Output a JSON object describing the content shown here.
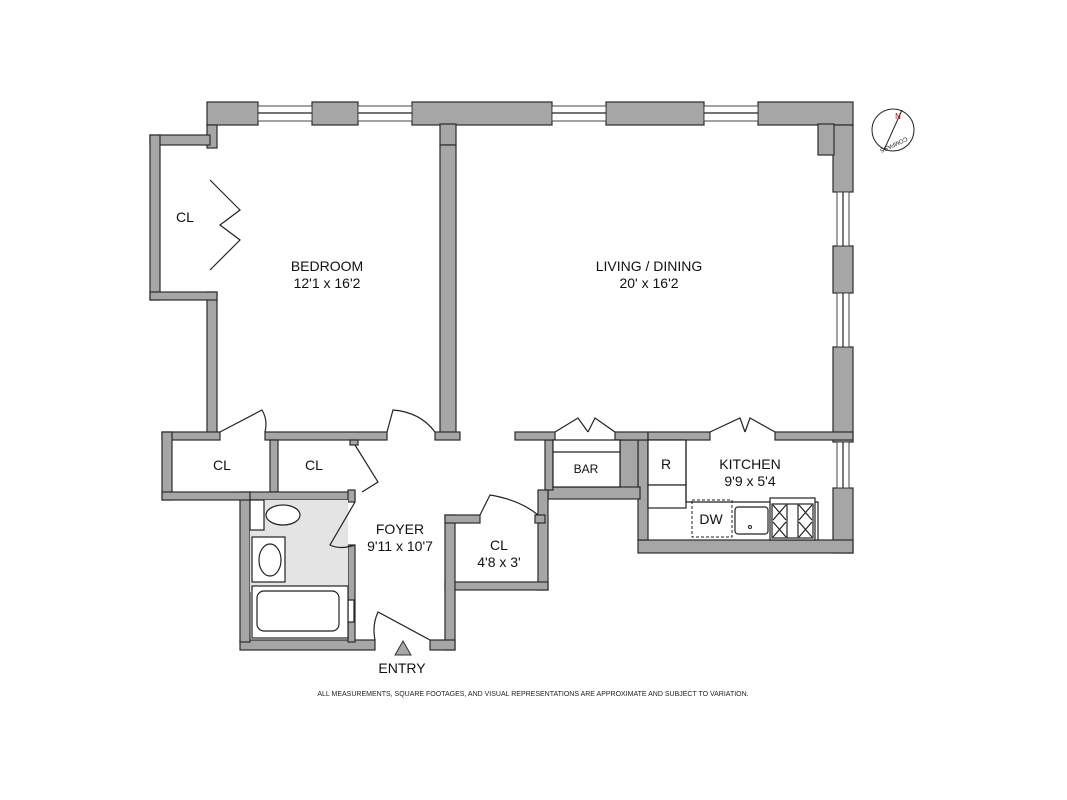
{
  "rooms": {
    "bedroom": {
      "name": "BEDROOM",
      "size": "12'1 x 16'2"
    },
    "living": {
      "name": "LIVING / DINING",
      "size": "20' x 16'2"
    },
    "kitchen": {
      "name": "KITCHEN",
      "size": "9'9 x 5'4"
    },
    "foyer": {
      "name": "FOYER",
      "size": "9'11 x 10'7"
    },
    "hall_closet": {
      "name": "CL",
      "size": "4'8 x 3'"
    },
    "bedroom_closet": {
      "name": "CL"
    },
    "closet_lower_left": {
      "name": "CL"
    },
    "closet_lower_mid": {
      "name": "CL"
    },
    "bar": {
      "name": "BAR"
    }
  },
  "fixtures": {
    "refrigerator": "R",
    "dishwasher": "DW"
  },
  "entry_label": "ENTRY",
  "compass": {
    "label": "COMPASS",
    "north": "N",
    "north_color": "#d00000"
  },
  "disclaimer": "ALL MEASUREMENTS, SQUARE FOOTAGES, AND VISUAL REPRESENTATIONS ARE APPROXIMATE AND SUBJECT TO VARIATION.",
  "colors": {
    "wall": "#a6a6a6",
    "outline": "#2b2b2b"
  }
}
